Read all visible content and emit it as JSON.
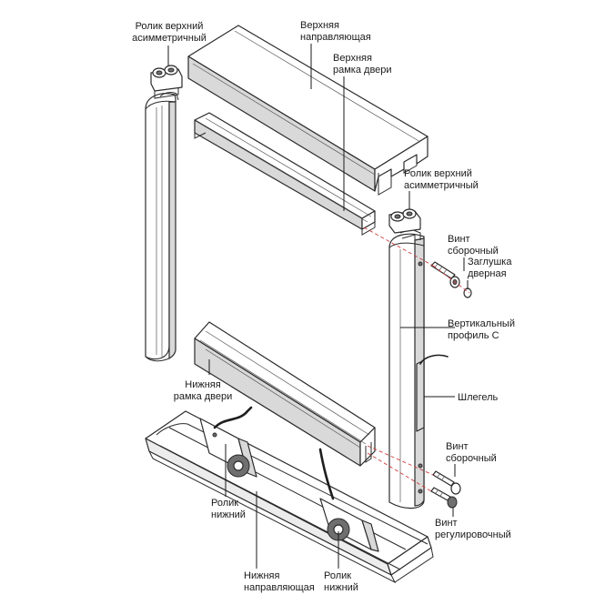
{
  "labels": {
    "roller_top_left": [
      "Ролик верхний",
      "асимметричный"
    ],
    "top_guide": [
      "Верхняя",
      "направляющая"
    ],
    "top_door_frame": [
      "Верхняя",
      "рамка двери"
    ],
    "roller_top_right": [
      "Ролик верхний",
      "асимметричный"
    ],
    "assembly_screw_top": [
      "Винт",
      "сборочный"
    ],
    "door_plug": [
      "Заглушка",
      "дверная"
    ],
    "vertical_profile": [
      "Вертикальный",
      "профиль С"
    ],
    "schlegel": [
      "Шлегель"
    ],
    "bottom_door_frame": [
      "Нижняя",
      "рамка двери"
    ],
    "assembly_screw_bottom": [
      "Винт",
      "сборочный"
    ],
    "roller_bottom_left": [
      "Ролик",
      "нижний"
    ],
    "adjusting_screw": [
      "Винт",
      "регулировочный"
    ],
    "bottom_guide": [
      "Нижняя",
      "направляющая"
    ],
    "roller_bottom_right": [
      "Ролик",
      "нижний"
    ]
  }
}
